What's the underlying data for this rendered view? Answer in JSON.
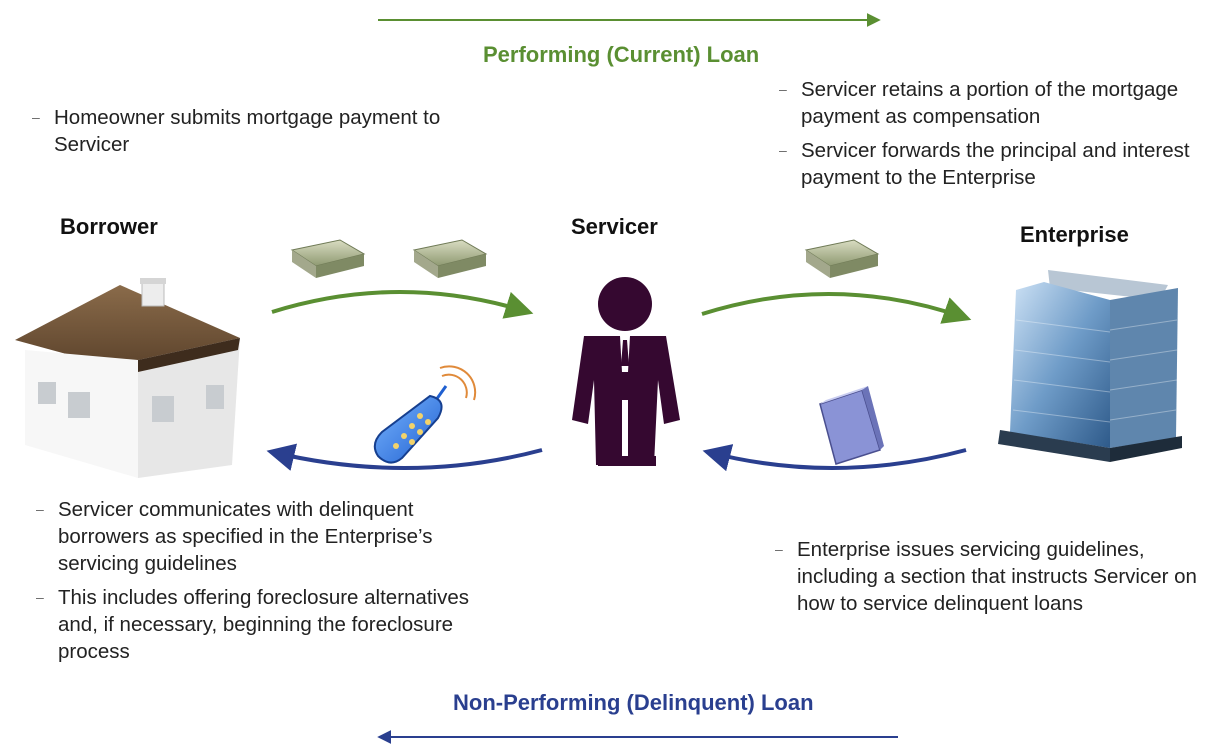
{
  "top_flow": {
    "title": "Performing (Current) Loan",
    "color": "#5a8f32"
  },
  "bottom_flow": {
    "title": "Non-Performing (Delinquent) Loan",
    "color": "#2a3f8f"
  },
  "nodes": {
    "borrower": "Borrower",
    "servicer": "Servicer",
    "enterprise": "Enterprise"
  },
  "notes": {
    "borrower_top": [
      "Homeowner submits mortgage payment to Servicer"
    ],
    "enterprise_top": [
      "Servicer retains a portion of the mortgage payment as compensation",
      "Servicer forwards the principal and interest payment to the Enterprise"
    ],
    "borrower_bottom": [
      "Servicer communicates with delinquent borrowers as specified in the Enterprise’s servicing guidelines",
      "This includes offering foreclosure alternatives and, if necessary, beginning the foreclosure process"
    ],
    "enterprise_bottom": [
      "Enterprise issues servicing guidelines, including a section that instructs Servicer on how to service delinquent loans"
    ]
  },
  "icons": [
    "house-icon",
    "person-icon",
    "office-building-icon",
    "money-stack-icon",
    "cell-phone-icon",
    "book-icon"
  ]
}
